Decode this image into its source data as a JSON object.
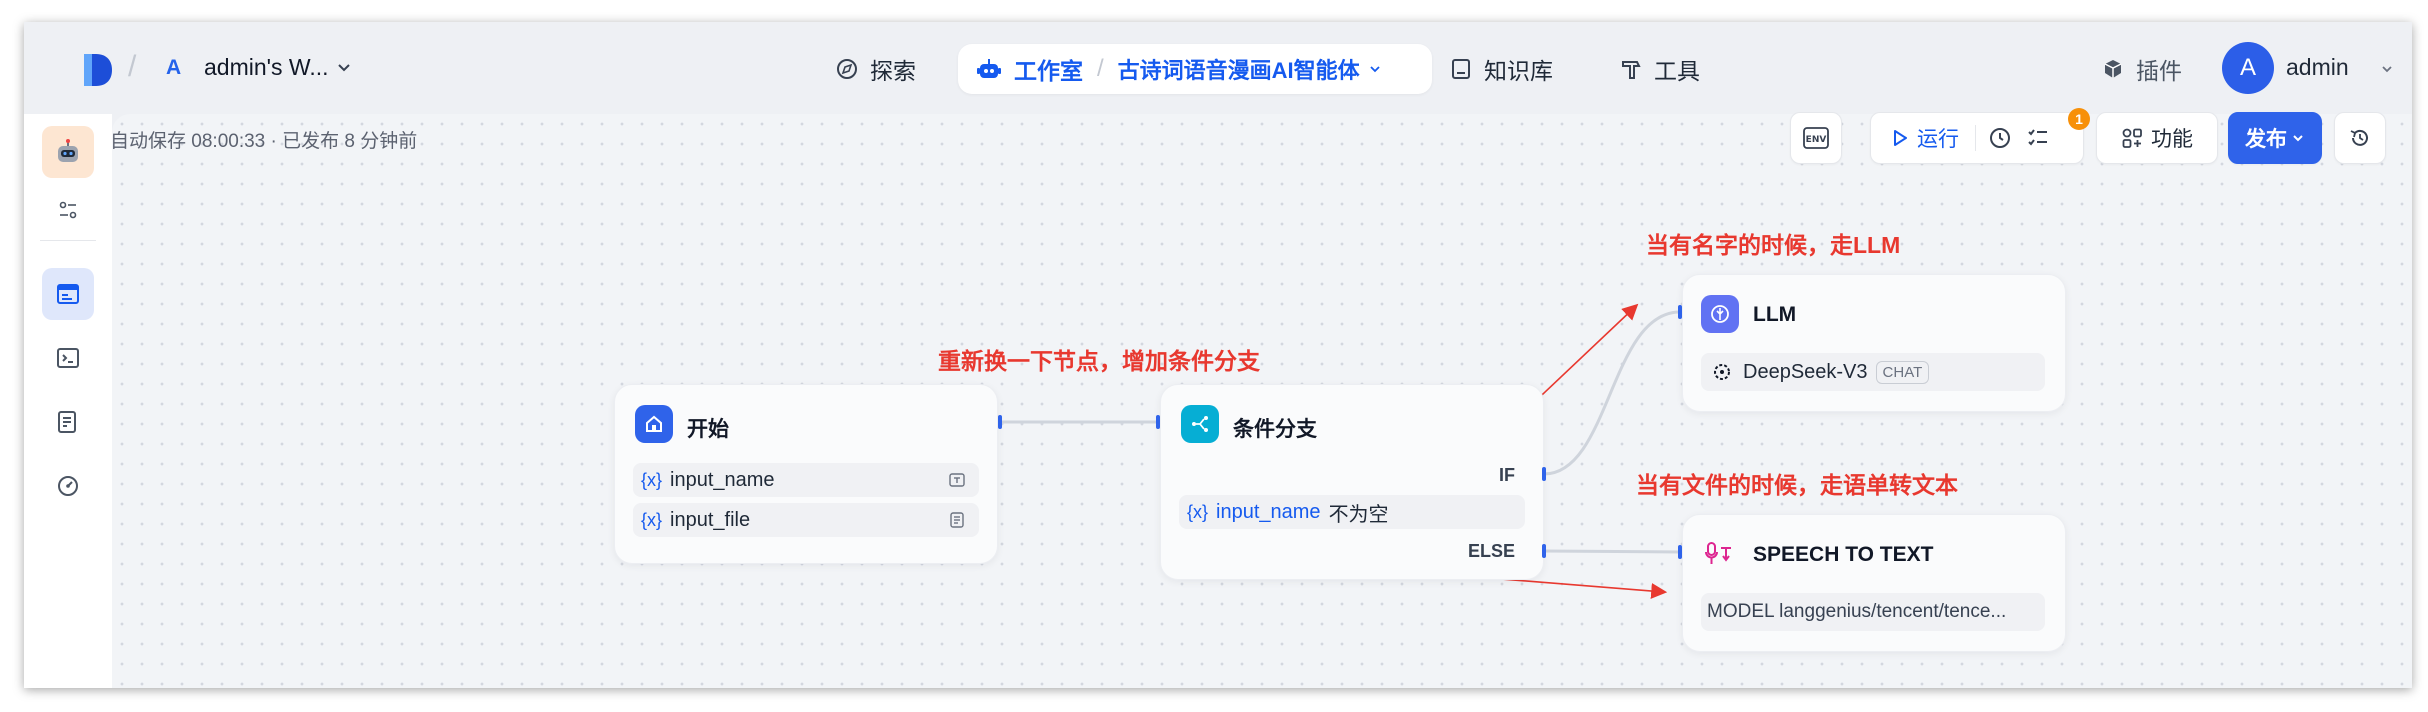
{
  "header": {
    "workspace_initial": "A",
    "workspace_name": "admin's W...",
    "nav": {
      "explore": "探索",
      "studio": "工作室",
      "app_name": "古诗词语音漫画AI智能体",
      "knowledge": "知识库",
      "tools": "工具",
      "plugins": "插件"
    },
    "user_initial": "A",
    "user_name": "admin"
  },
  "status_text": "自动保存 08:00:33 · 已发布 8 分钟前",
  "toolbar": {
    "env_label": "ENV",
    "run_label": "运行",
    "checklist_badge": "1",
    "feature_label": "功能",
    "publish_label": "发布"
  },
  "nodes": {
    "start": {
      "title": "开始",
      "variables": [
        "input_name",
        "input_file"
      ]
    },
    "if_else": {
      "title": "条件分支",
      "if_label": "IF",
      "condition_var": "input_name",
      "condition_op": "不为空",
      "else_label": "ELSE"
    },
    "llm": {
      "title": "LLM",
      "model": "DeepSeek-V3",
      "mode_tag": "CHAT"
    },
    "speech_to_text": {
      "title": "SPEECH TO TEXT",
      "model_text": "MODEL langgenius/tencent/tence..."
    }
  },
  "annotations": {
    "change_node": "重新换一下节点，增加条件分支",
    "llm_branch": "当有名字的时候，走LLM",
    "speech_branch": "当有文件的时候，走语单转文本"
  },
  "colors": {
    "primary": "#155aef",
    "annotation_red": "#e8382f",
    "badge_orange": "#f79009",
    "connector_gray": "#cfd4dc"
  }
}
